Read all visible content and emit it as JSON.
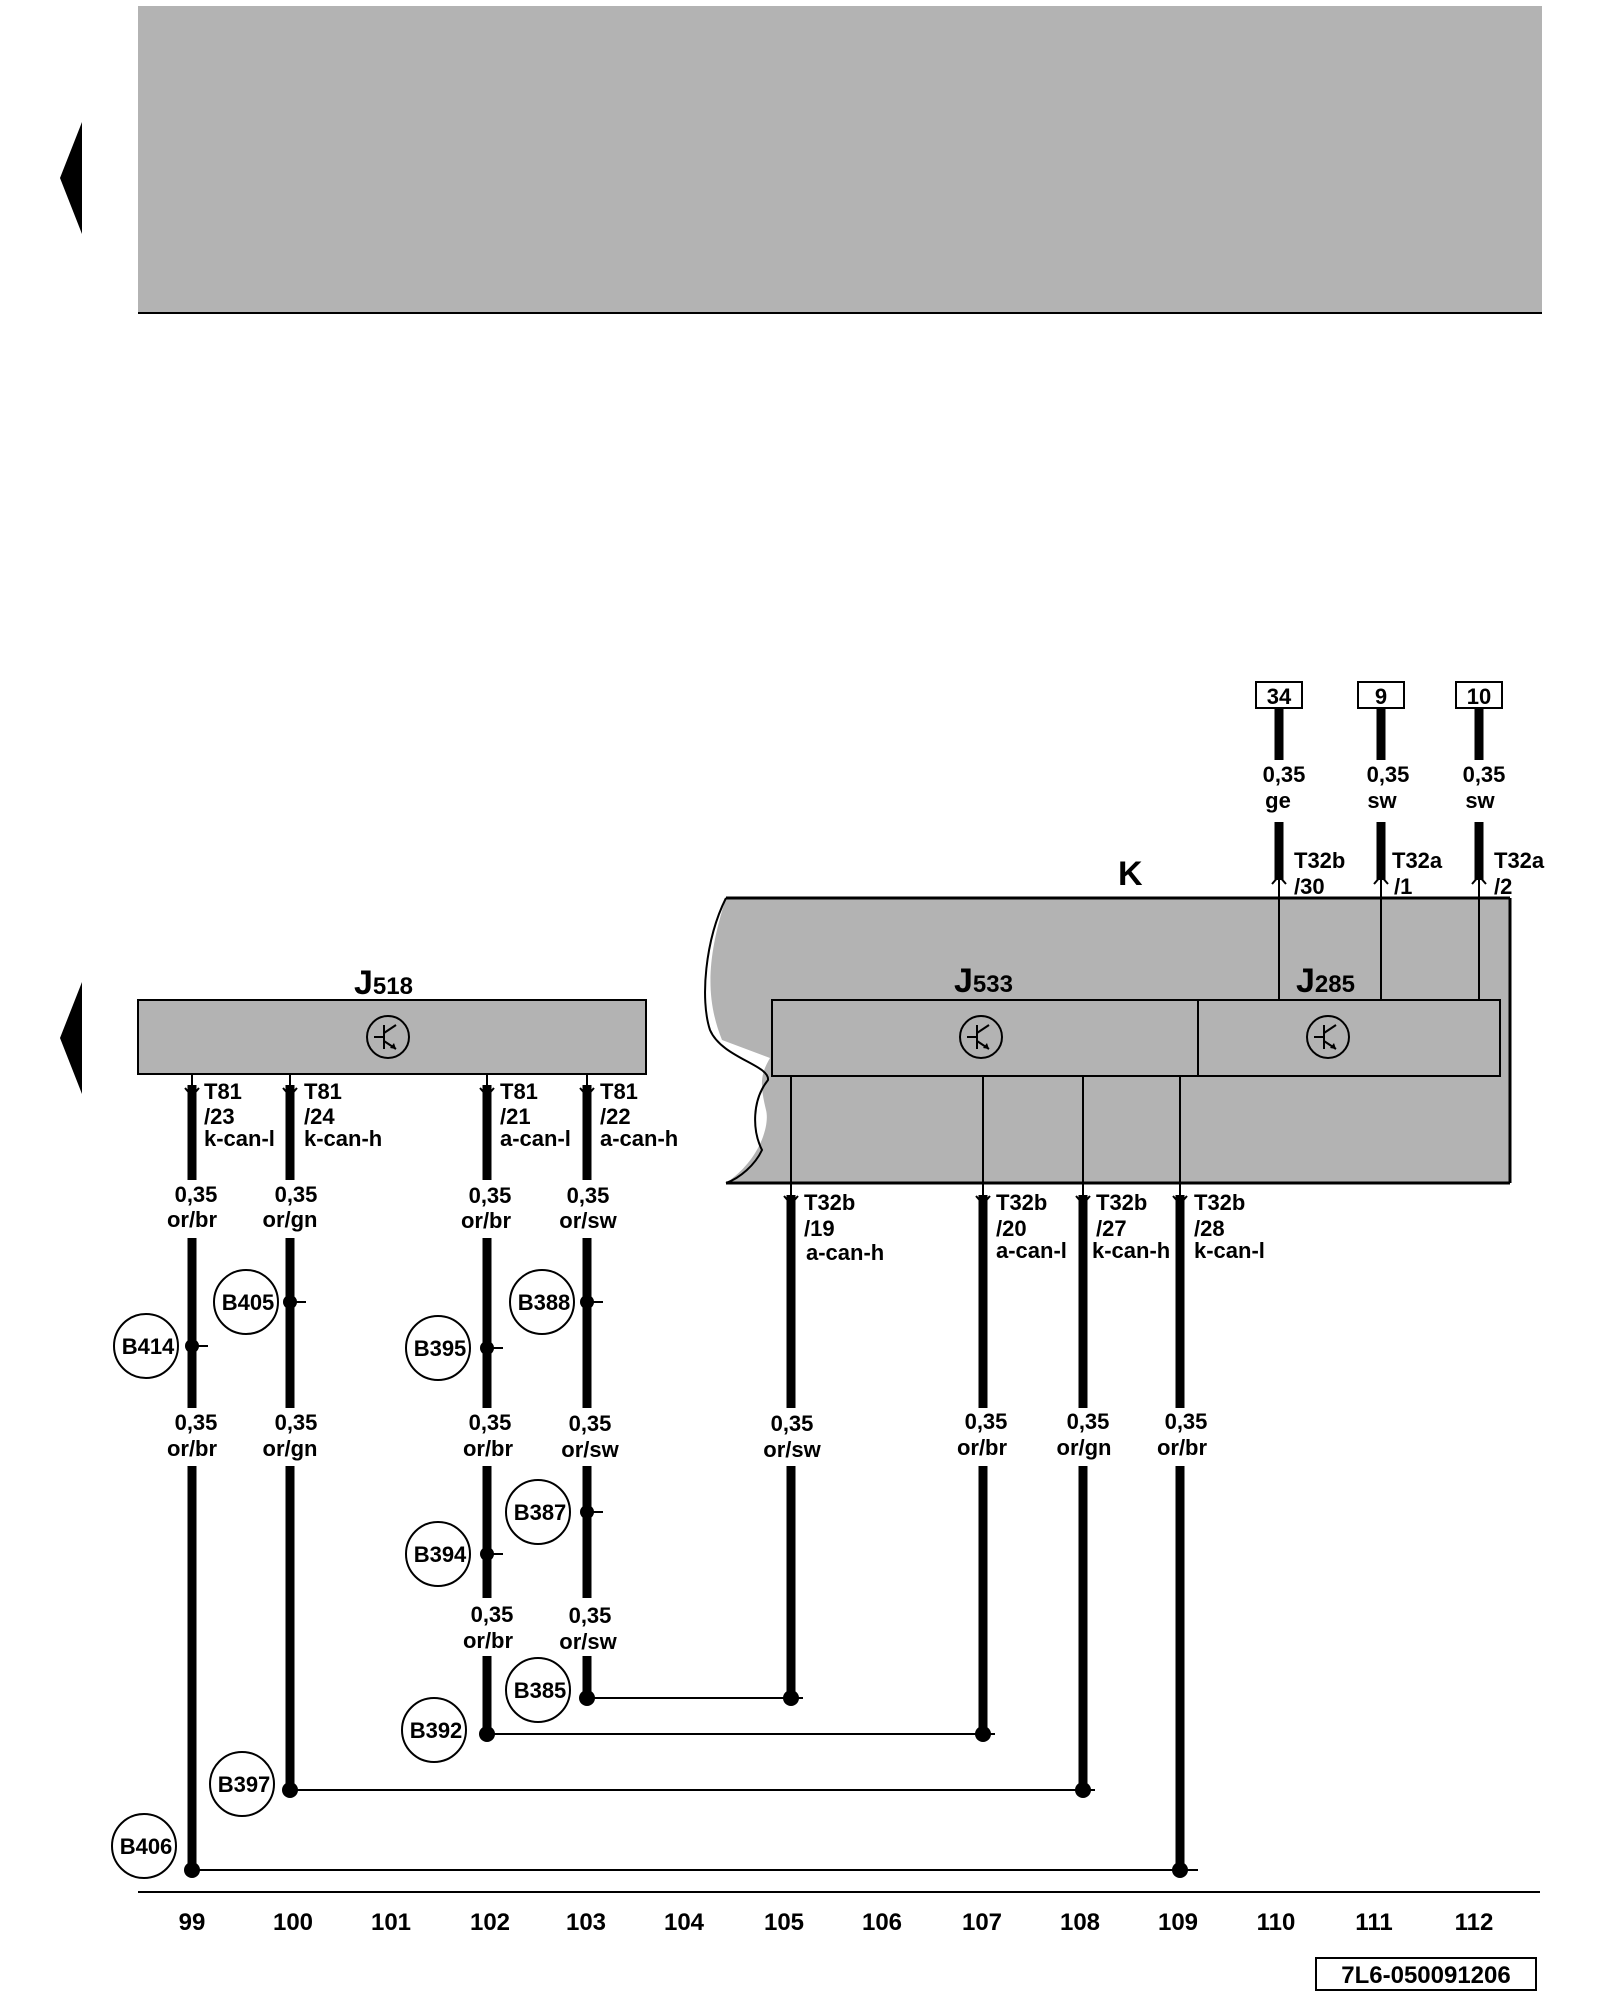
{
  "header_band": {
    "color": "#b3b3b3"
  },
  "colors": {
    "component_fill": "#b3b3b3",
    "wire": "#000000",
    "background": "#ffffff"
  },
  "components": {
    "j518": {
      "letter": "J",
      "sub": "518"
    },
    "k": {
      "label": "K"
    },
    "j533": {
      "letter": "J",
      "sub": "533"
    },
    "j285": {
      "letter": "J",
      "sub": "285"
    },
    "transistor_icon": "transistor-icon"
  },
  "terminals": [
    {
      "id": "t81-23",
      "l1": "T81",
      "l2": "/23",
      "l3": "k-can-l"
    },
    {
      "id": "t81-24",
      "l1": "T81",
      "l2": "/24",
      "l3": "k-can-h"
    },
    {
      "id": "t81-21",
      "l1": "T81",
      "l2": "/21",
      "l3": "a-can-l"
    },
    {
      "id": "t81-22",
      "l1": "T81",
      "l2": "/22",
      "l3": "a-can-h"
    },
    {
      "id": "t32b-19",
      "l1": "T32b",
      "l2": "/19",
      "l3": "a-can-h"
    },
    {
      "id": "t32b-20",
      "l1": "T32b",
      "l2": "/20",
      "l3": "a-can-l"
    },
    {
      "id": "t32b-27",
      "l1": "T32b",
      "l2": "/27",
      "l3": "k-can-h"
    },
    {
      "id": "t32b-28",
      "l1": "T32b",
      "l2": "/28",
      "l3": "k-can-l"
    },
    {
      "id": "t32b-30",
      "l1": "T32b",
      "l2": "/30",
      "l3": ""
    },
    {
      "id": "t32a-1",
      "l1": "T32a",
      "l2": "/1",
      "l3": ""
    },
    {
      "id": "t32a-2",
      "l1": "T32a",
      "l2": "/2",
      "l3": ""
    }
  ],
  "wires": [
    {
      "id": "w99a",
      "size": "0,35",
      "color": "or/br"
    },
    {
      "id": "w100a",
      "size": "0,35",
      "color": "or/gn"
    },
    {
      "id": "w102a",
      "size": "0,35",
      "color": "or/br"
    },
    {
      "id": "w103a",
      "size": "0,35",
      "color": "or/sw"
    },
    {
      "id": "w99b",
      "size": "0,35",
      "color": "or/br"
    },
    {
      "id": "w100b",
      "size": "0,35",
      "color": "or/gn"
    },
    {
      "id": "w102b",
      "size": "0,35",
      "color": "or/br"
    },
    {
      "id": "w103b",
      "size": "0,35",
      "color": "or/sw"
    },
    {
      "id": "w105",
      "size": "0,35",
      "color": "or/sw"
    },
    {
      "id": "w107",
      "size": "0,35",
      "color": "or/br"
    },
    {
      "id": "w108",
      "size": "0,35",
      "color": "or/gn"
    },
    {
      "id": "w109",
      "size": "0,35",
      "color": "or/br"
    },
    {
      "id": "w102c",
      "size": "0,35",
      "color": "or/br"
    },
    {
      "id": "w103c",
      "size": "0,35",
      "color": "or/sw"
    },
    {
      "id": "w110",
      "size": "0,35",
      "color": "ge"
    },
    {
      "id": "w111",
      "size": "0,35",
      "color": "sw"
    },
    {
      "id": "w112",
      "size": "0,35",
      "color": "sw"
    }
  ],
  "references": [
    "34",
    "9",
    "10"
  ],
  "splices": [
    "B414",
    "B405",
    "B395",
    "B388",
    "B394",
    "B387",
    "B385",
    "B392",
    "B397",
    "B406"
  ],
  "tracks": [
    "99",
    "100",
    "101",
    "102",
    "103",
    "104",
    "105",
    "106",
    "107",
    "108",
    "109",
    "110",
    "111",
    "112"
  ],
  "diagram_code": "7L6-050091206"
}
